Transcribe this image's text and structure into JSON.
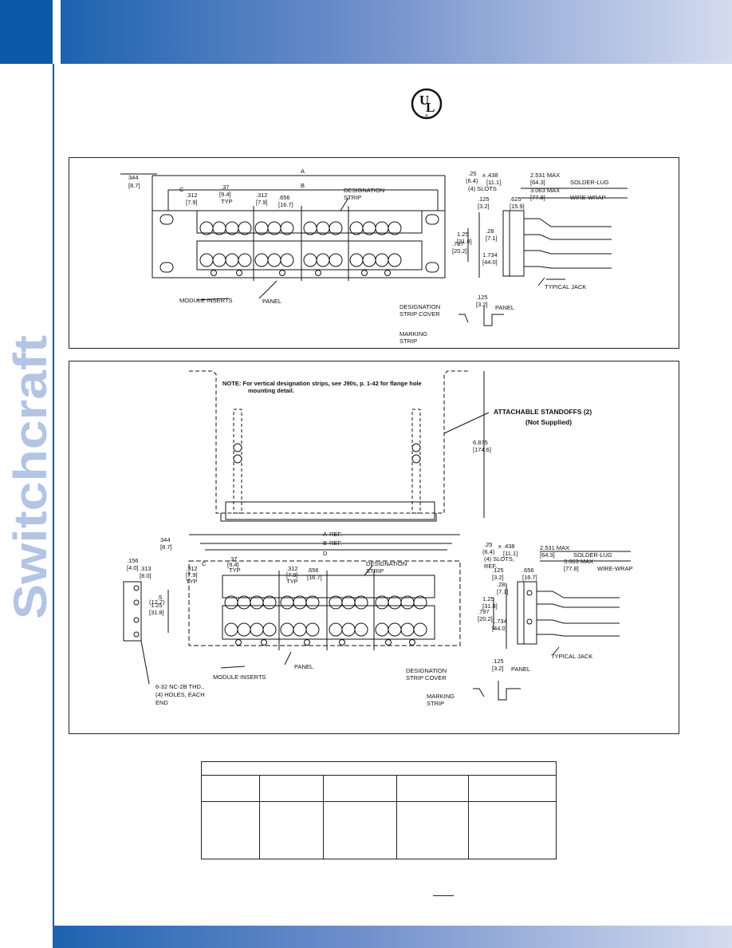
{
  "brand": {
    "name": "Switchcraft",
    "color": "#b3c4e4",
    "accent": "#0a5aa8"
  },
  "cert": {
    "icon": "ul-listed-icon",
    "letters": "UL"
  },
  "drawing_top": {
    "dims": {
      "d344": "344",
      "d344mm": "[8.7]",
      "A": "A",
      "B": "B",
      "C": "C",
      "d37": ".37",
      "d37mm": "[9.4]",
      "typ": "TYP",
      "d312": ".312",
      "d312mm": "[7.9]",
      "d656": ".656",
      "d656mm": "[16.7]",
      "slot1": ".25",
      "slot1mm": "(6.4)",
      "slotx": "x",
      "slot2": ".438",
      "slot2mm": "[11.1]",
      "slots": "(4) SLOTS",
      "sl_max": "2.531 MAX",
      "sl_mm": "[64.3]",
      "sl_lbl": "SOLDER-LUG",
      "ww_max": "3.063 MAX",
      "ww_mm": "[77.8]",
      "ww_lbl": "WIRE-WRAP",
      "d125": ".125",
      "d125mm": "[3.2]",
      "d625": ".625",
      "d625mm": "[15.9]",
      "d28": ".28",
      "d28mm": "[7.1]",
      "d125b": "1.25",
      "d125bmm": "[31.8]",
      "d797": ".797",
      "d797mm": "[20.2]",
      "d1734": "1.734",
      "d1734mm": "[44.0]"
    },
    "labels": {
      "designation": "DESIGNATION",
      "strip": "STRIP",
      "module_inserts": "MODULE INSERTS",
      "panel": "PANEL",
      "typical_jack": "TYPICAL JACK",
      "ds_cover_1": "DESIGNATION",
      "ds_cover_2": "STRIP COVER",
      "panel2": "PANEL",
      "marking_1": "MARKING",
      "marking_2": "STRIP",
      "d125c": ".125",
      "d125cmm": "[3.2]"
    }
  },
  "drawing_bottom": {
    "note_1": "NOTE:  For vertical designation strips, see J90s, p. 1-42 for flange hole",
    "note_2": "mounting detail.",
    "standoffs_1": "ATTACHABLE STANDOFFS (2)",
    "standoffs_2": "(Not Supplied)",
    "d6875": "6.875",
    "d6875mm": "[174.6]",
    "dims": {
      "d344": "344",
      "d344mm": "[8.7]",
      "A": "A",
      "ref": "REF.",
      "B": "B",
      "refb": "REF.",
      "D": "D",
      "C": "C",
      "d156": ".156",
      "d156mm": "[4.0]",
      "d313": ".313",
      "d313mm": "[8.0]",
      "d37": ".37",
      "d37mm": "[9.4]",
      "typ": "TYP",
      "d312": ".312",
      "d312mm": "[7.9]",
      "typ2": "TYP",
      "d312b": ".312",
      "d312bmm": "[7.9]",
      "typ3": "TYP",
      "d656": ".656",
      "d656mm": "[16.7]",
      "slot1": ".25",
      "slot1mm": "(6.4)",
      "slotx": "x",
      "slot2": ".438",
      "slot2mm": "[11.1]",
      "slots": "(4) SLOTS,",
      "slotsref": "REF.",
      "sl_max": "2.531 MAX",
      "sl_mm": "[64.3]",
      "sl_lbl": "SOLDER-LUG",
      "ww_max": "3.063 MAX",
      "ww_mm": "[77.8]",
      "ww_lbl": "WIRE-WRAP",
      "d125": ".125",
      "d125mm": "[3.2]",
      "d656b": ".656",
      "d656bmm": "[16.7]",
      "d28": ".28",
      "d28mm": "[7.1]",
      "d125b": "1.25",
      "d125bmm": "[31.8]",
      "d797": ".797",
      "d797mm": "[20.2]",
      "d1734": "1.734",
      "d1734mm": "[44.0]",
      "d125s": "1.25",
      "d125smm": "[31.8]",
      "d5": ".5",
      "d5mm": "(12.7)"
    },
    "labels": {
      "designation": "DESIGNATION",
      "strip": "STRIP",
      "module_inserts": "MODULE INSERTS",
      "panel": "PANEL",
      "typical_jack": "TYPICAL JACK",
      "thd_1": "6-32 NC-2B THD.,",
      "thd_2": "(4) HOLES, EACH",
      "thd_3": "END",
      "ds_cover_1": "DESIGNATION",
      "ds_cover_2": "STRIP COVER",
      "panel2": "PANEL",
      "marking_1": "MARKING",
      "marking_2": "STRIP",
      "d125c": ".125",
      "d125cmm": "[3.2]"
    }
  }
}
